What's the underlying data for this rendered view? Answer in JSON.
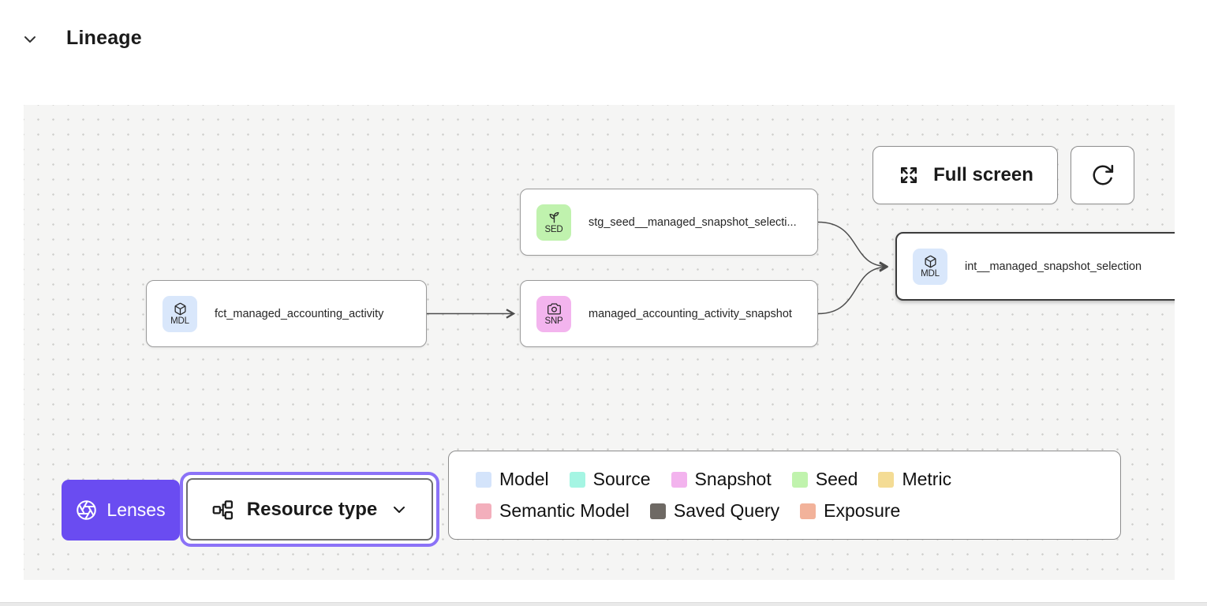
{
  "header": {
    "title": "Lineage"
  },
  "canvas": {
    "toolbar": {
      "full_screen_label": "Full screen"
    },
    "nodes": {
      "fct": {
        "badge": "MDL",
        "label": "fct_managed_accounting_activity",
        "badge_color": "#d9e7fb"
      },
      "sed": {
        "badge": "SED",
        "label": "stg_seed__managed_snapshot_selecti...",
        "badge_color": "#c0f2ae"
      },
      "snp": {
        "badge": "SNP",
        "label": "managed_accounting_activity_snapshot",
        "badge_color": "#f3b4ee"
      },
      "int": {
        "badge": "MDL",
        "label": "int__managed_snapshot_selection",
        "badge_color": "#d9e7fb",
        "selected": "true"
      }
    },
    "lenses": {
      "button_label": "Lenses",
      "accent_color": "#6a4cf1",
      "dropdown_label": "Resource type"
    },
    "legend": {
      "row1": [
        {
          "label": "Model",
          "color": "#d4e4fb"
        },
        {
          "label": "Source",
          "color": "#a5f5e3"
        },
        {
          "label": "Snapshot",
          "color": "#f3b3ee"
        },
        {
          "label": "Seed",
          "color": "#c0f3ad"
        },
        {
          "label": "Metric",
          "color": "#f4dc95"
        }
      ],
      "row2": [
        {
          "label": "Semantic Model",
          "color": "#f3afbc"
        },
        {
          "label": "Saved Query",
          "color": "#6e6964"
        },
        {
          "label": "Exposure",
          "color": "#f2b29a"
        }
      ]
    }
  }
}
